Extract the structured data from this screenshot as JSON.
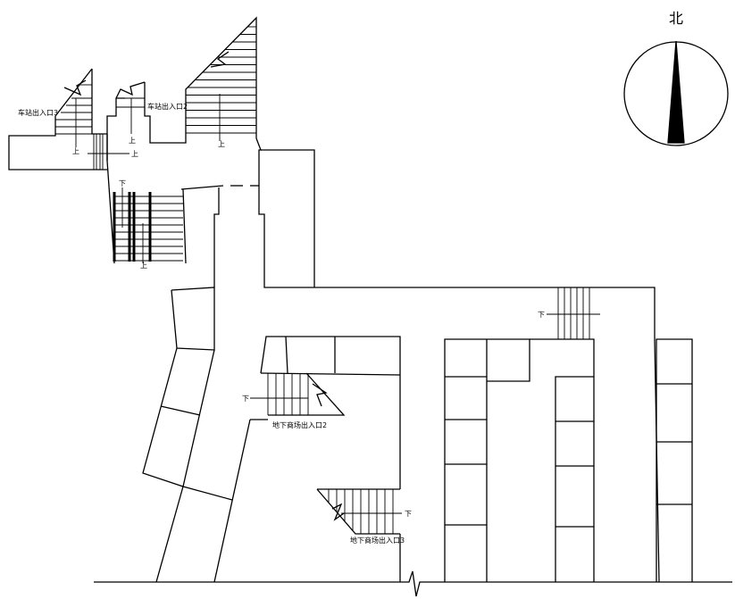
{
  "compass": {
    "label": "北"
  },
  "labels": {
    "station_exit_3": "车站出入口3",
    "station_exit_2": "车站出入口2",
    "mall_exit_2": "地下商场出入口2",
    "mall_exit_3": "地下商场出入口3"
  },
  "arrows": {
    "up": "上",
    "down": "下"
  }
}
